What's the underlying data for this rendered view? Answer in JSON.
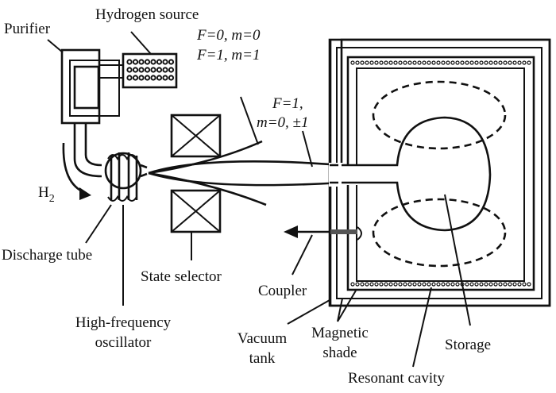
{
  "labels": {
    "purifier": "Purifier",
    "hydrogen_source": "Hydrogen source",
    "h2": "H",
    "h2_sub": "2",
    "state1": "F=0, m=0",
    "state2": "F=1, m=1",
    "state3_line1": "F=1,",
    "state3_line2": "m=0, ±1",
    "discharge_tube": "Discharge tube",
    "state_selector": "State selector",
    "hf_oscillator_line1": "High-frequency",
    "hf_oscillator_line2": "oscillator",
    "coupler": "Coupler",
    "vacuum_tank_line1": "Vacuum",
    "vacuum_tank_line2": "tank",
    "magnetic_shade_line1": "Magnetic",
    "magnetic_shade_line2": "shade",
    "storage": "Storage",
    "resonant_cavity": "Resonant cavity"
  },
  "colors": {
    "ink": "#111111",
    "background": "#ffffff"
  }
}
